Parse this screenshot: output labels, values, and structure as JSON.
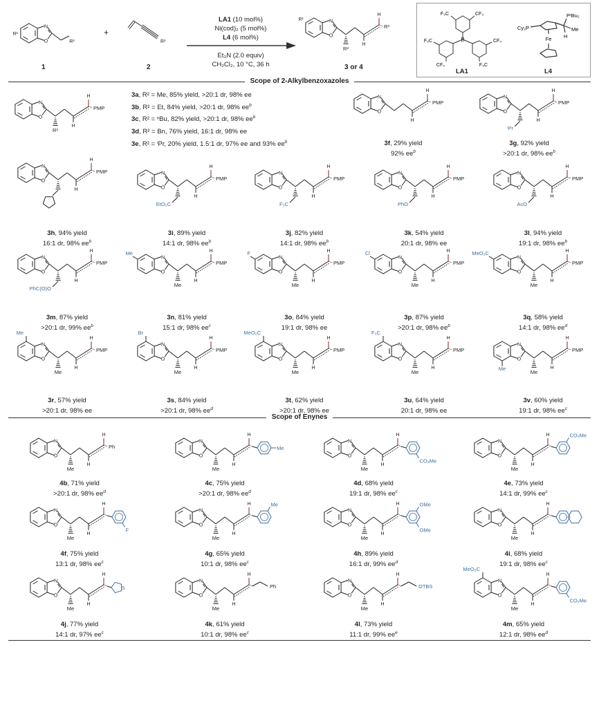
{
  "header": {
    "reactant1": {
      "r1": "R¹",
      "r2": "R²",
      "label": "1",
      "n": "N",
      "o": "O"
    },
    "plus": "+",
    "reactant2": {
      "r3": "R³",
      "label": "2"
    },
    "conditions_above": [
      {
        "bold": "LA1",
        "rest": " (10 mol%)"
      },
      {
        "bold": "",
        "rest": "Ni(cod)₂ (5 mol%)"
      },
      {
        "bold": "L4",
        "rest": " (6 mol%)"
      }
    ],
    "conditions_below": [
      "Et₃N (2.0 equiv)",
      "CH₂Cl₂, 10 °C, 36 h"
    ],
    "product": {
      "r1": "R¹",
      "r2": "R²",
      "r3": "R³",
      "h": "H",
      "label": "3 or 4"
    },
    "la1": {
      "label": "LA1",
      "b": "B",
      "cf3": "CF₃",
      "f3c": "F₃C"
    },
    "l4": {
      "label": "L4",
      "fe": "Fe",
      "cy2p": "Cy₂P",
      "ptbu2": "PᵗBu₂",
      "me": "Me",
      "h": "H"
    }
  },
  "sections": {
    "alkyl_title": "Scope of 2-Alkylbenzoxazoles",
    "enyne_title": "Scope of Enynes"
  },
  "block3a": {
    "r2": "R²",
    "term": "PMP",
    "lines": [
      {
        "id": "3a",
        "text": ", R² = Me, 85% yield, >20:1 dr, 98% ee",
        "note": ""
      },
      {
        "id": "3b",
        "text": ", R² = Et, 84% yield, >20:1 dr, 98% ee",
        "note": "b"
      },
      {
        "id": "3c",
        "text": ", R² = ⁿBu, 82% yield, >20:1 dr, 98% ee",
        "note": "b"
      },
      {
        "id": "3d",
        "text": ", R² = Bn, 76% yield, 16:1 dr, 98% ee",
        "note": ""
      },
      {
        "id": "3e",
        "text": ", R² = ⁱPr, 20% yield, 1.5:1 dr, 97% ee and 93% ee",
        "note": "b"
      }
    ]
  },
  "compounds": [
    {
      "id": "3f",
      "yield": ", 29% yield",
      "sel": "92% ee",
      "note": "b",
      "r2": null,
      "ring": null,
      "term": "PMP",
      "subs": []
    },
    {
      "id": "3g",
      "yield": ", 92% yield",
      "sel": ">20:1 dr, 98% ee",
      "note": "b",
      "r2": "ⁱPr",
      "ring": null,
      "term": "PMP",
      "subs": []
    },
    {
      "id": "3h",
      "yield": ", 94% yield",
      "sel": "16:1 dr, 98% ee",
      "note": "b",
      "r2": null,
      "ring": null,
      "term": "PMP",
      "subs": []
    },
    {
      "id": "3i",
      "yield": ", 89% yield",
      "sel": "14:1 dr, 98% ee",
      "note": "b",
      "r2": "EtO₂C",
      "ring": null,
      "term": "PMP",
      "subs": []
    },
    {
      "id": "3j",
      "yield": ", 82% yield",
      "sel": "14:1 dr, 98% ee",
      "note": "b",
      "r2": "F₃C",
      "ring": null,
      "term": "PMP",
      "subs": []
    },
    {
      "id": "3k",
      "yield": ", 54% yield",
      "sel": "20:1 dr, 98% ee",
      "note": "",
      "r2": "PhO",
      "ring": null,
      "term": "PMP",
      "subs": []
    },
    {
      "id": "3l",
      "yield": ", 94% yield",
      "sel": "19:1 dr, 98% ee",
      "note": "b",
      "r2": "AcO",
      "ring": null,
      "term": "PMP",
      "subs": []
    },
    {
      "id": "3m",
      "yield": ", 87% yield",
      "sel": ">20:1 dr, 99% ee",
      "note": "b",
      "r2": "PhC(O)O",
      "ring": null,
      "term": "PMP",
      "subs": []
    },
    {
      "id": "3n",
      "yield": ", 81% yield",
      "sel": "15:1 dr, 98% ee",
      "note": "c",
      "r2": "Me",
      "ring": "Me",
      "term": "PMP",
      "subs": []
    },
    {
      "id": "3o",
      "yield": ", 84% yield",
      "sel": "19:1 dr, 98% ee",
      "note": "",
      "r2": "Me",
      "ring": "F",
      "term": "PMP",
      "subs": []
    },
    {
      "id": "3p",
      "yield": ", 87% yield",
      "sel": ">20:1 dr, 98% ee",
      "note": "b",
      "r2": "Me",
      "ring": "Cl",
      "term": "PMP",
      "subs": []
    },
    {
      "id": "3q",
      "yield": ", 58% yield",
      "sel": "14:1 dr, 98% ee",
      "note": "d",
      "r2": "Me",
      "ring": "MeO₂C",
      "term": "PMP",
      "subs": []
    },
    {
      "id": "3r",
      "yield": ", 57% yield",
      "sel": ">20:1 dr, 98% ee",
      "note": "",
      "r2": "Me",
      "ring": "Me",
      "term": "PMP",
      "subs": []
    },
    {
      "id": "3s",
      "yield": ", 84% yield",
      "sel": ">20:1 dr, 98% ee",
      "note": "d",
      "r2": "Me",
      "ring": "Br",
      "term": "PMP",
      "subs": []
    },
    {
      "id": "3t",
      "yield": ", 62% yield",
      "sel": ">20:1 dr, 98% ee",
      "note": "",
      "r2": "Me",
      "ring": "MeO₂C",
      "term": "PMP",
      "subs": []
    },
    {
      "id": "3u",
      "yield": ", 64% yield",
      "sel": "20:1 dr, 98% ee",
      "note": "",
      "r2": "Me",
      "ring": "F₃C",
      "term": "PMP",
      "subs": []
    },
    {
      "id": "3v",
      "yield": ", 60% yield",
      "sel": "19:1 dr, 98% ee",
      "note": "c",
      "r2": "Me",
      "ring": "Me",
      "term": "PMP",
      "subs": []
    },
    {
      "id": "4b",
      "yield": ", 71% yield",
      "sel": ">20:1 dr, 98% ee",
      "note": "d",
      "r2": "Me",
      "ring": null,
      "term": "Ph",
      "subs": []
    },
    {
      "id": "4c",
      "yield": ", 75% yield",
      "sel": ">20:1 dr, 98% ee",
      "note": "d",
      "r2": "Me",
      "ring": null,
      "term": null,
      "subs": [
        "Me"
      ]
    },
    {
      "id": "4d",
      "yield": ", 68% yield",
      "sel": "19:1 dr, 98% ee",
      "note": "c",
      "r2": "Me",
      "ring": null,
      "term": null,
      "subs": [
        "CO₂Me"
      ]
    },
    {
      "id": "4e",
      "yield": ", 73% yield",
      "sel": "14:1 dr, 99% ee",
      "note": "c",
      "r2": "Me",
      "ring": null,
      "term": null,
      "subs": [
        "CO₂Me"
      ]
    },
    {
      "id": "4f",
      "yield": ", 75% yield",
      "sel": "13:1 dr, 98% ee",
      "note": "c",
      "r2": "Me",
      "ring": null,
      "term": null,
      "subs": [
        "F"
      ]
    },
    {
      "id": "4g",
      "yield": ", 65% yield",
      "sel": "10:1 dr, 98% ee",
      "note": "c",
      "r2": "Me",
      "ring": null,
      "term": null,
      "subs": [
        "Me"
      ]
    },
    {
      "id": "4h",
      "yield": ", 89% yield",
      "sel": "16:1 dr, 99% ee",
      "note": "d",
      "r2": "Me",
      "ring": null,
      "term": null,
      "subs": [
        "OMe",
        "OMe"
      ]
    },
    {
      "id": "4i",
      "yield": ", 68% yield",
      "sel": "19:1 dr, 98% ee",
      "note": "c",
      "r2": "Me",
      "ring": null,
      "term": null,
      "subs": []
    },
    {
      "id": "4j",
      "yield": ", 77% yield",
      "sel": "14:1 dr, 97% ee",
      "note": "c",
      "r2": "Me",
      "ring": null,
      "term": "S",
      "subs": []
    },
    {
      "id": "4k",
      "yield": ", 61% yield",
      "sel": "10:1 dr, 98% ee",
      "note": "c",
      "r2": "Me",
      "ring": null,
      "term": "Ph",
      "subs": []
    },
    {
      "id": "4l",
      "yield": ", 73% yield",
      "sel": "11:1 dr, 99% ee",
      "note": "e",
      "r2": "Me",
      "ring": null,
      "term": "OTBS",
      "subs": []
    },
    {
      "id": "4m",
      "yield": ", 65% yield",
      "sel": "12:1 dr, 98% ee",
      "note": "d",
      "r2": "Me",
      "ring": "MeO₂C",
      "term": null,
      "subs": [
        "CO₂Me"
      ]
    }
  ],
  "colors": {
    "substituent": "#3d6d9e",
    "h_bond": "#8b1e1e",
    "ink": "#222222"
  }
}
